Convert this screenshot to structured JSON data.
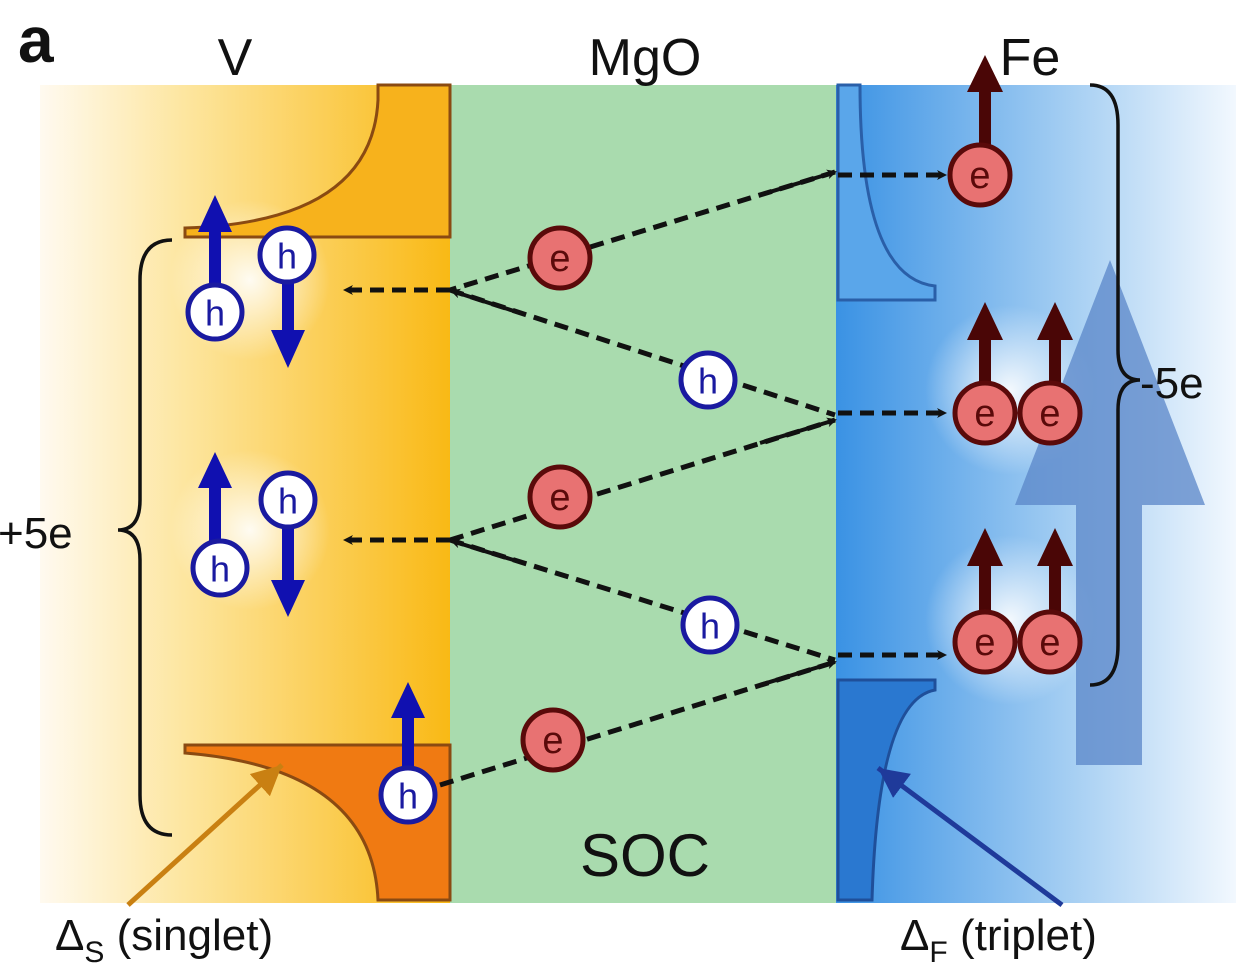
{
  "panel_label": "a",
  "layers": {
    "left": "V",
    "middle": "MgO",
    "right": "Fe"
  },
  "charges": {
    "left": "+5e",
    "right": "-5e"
  },
  "middle_label": "SOC",
  "gap_labels": {
    "singlet": {
      "symbol": "Δ",
      "sub": "S",
      "text": " (singlet)"
    },
    "triplet": {
      "symbol": "Δ",
      "sub": "F",
      "text": " (triplet)"
    }
  },
  "particles": {
    "electron": "e",
    "hole": "h"
  },
  "colors": {
    "v_region": "#f9c232",
    "mgo_region": "#a9dbae",
    "fe_region": "#3f98e6",
    "electron_fill": "#e87272",
    "electron_stroke": "#5a0a0a",
    "hole_stroke": "#1a1aa0",
    "spin_up_e": "#4a0606",
    "spin_h": "#1010b0"
  }
}
